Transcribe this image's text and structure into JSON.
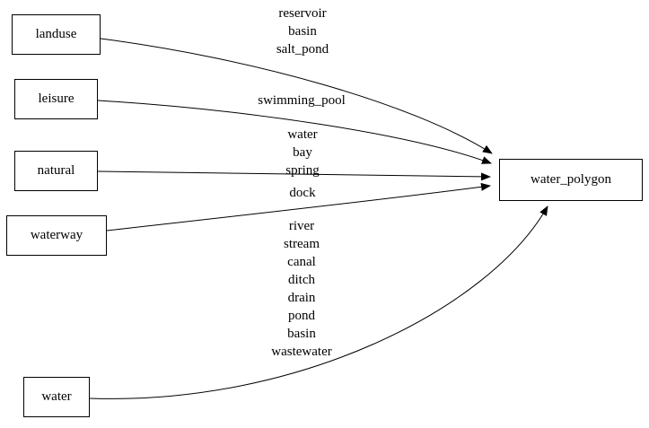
{
  "diagram": {
    "title": "",
    "nodes": [
      {
        "id": "landuse",
        "label": "landuse"
      },
      {
        "id": "leisure",
        "label": "leisure"
      },
      {
        "id": "natural",
        "label": "natural"
      },
      {
        "id": "waterway",
        "label": "waterway"
      },
      {
        "id": "water",
        "label": "water"
      },
      {
        "id": "water_polygon",
        "label": "water_polygon"
      }
    ],
    "edges": [
      {
        "from": "landuse",
        "to": "water_polygon",
        "label": "reservoir\nbasin\nsalt_pond"
      },
      {
        "from": "leisure",
        "to": "water_polygon",
        "label": "swimming_pool"
      },
      {
        "from": "natural",
        "to": "water_polygon",
        "label": "water\nbay\nspring"
      },
      {
        "from": "waterway",
        "to": "water_polygon",
        "label": "dock"
      },
      {
        "from": "water",
        "to": "water_polygon",
        "label": "river\nstream\ncanal\nditch\ndrain\npond\nbasin\nwastewater"
      }
    ],
    "colors": {
      "stroke": "#000000",
      "node_fill": "#ffffff",
      "text": "#000000",
      "background": "#ffffff"
    }
  }
}
